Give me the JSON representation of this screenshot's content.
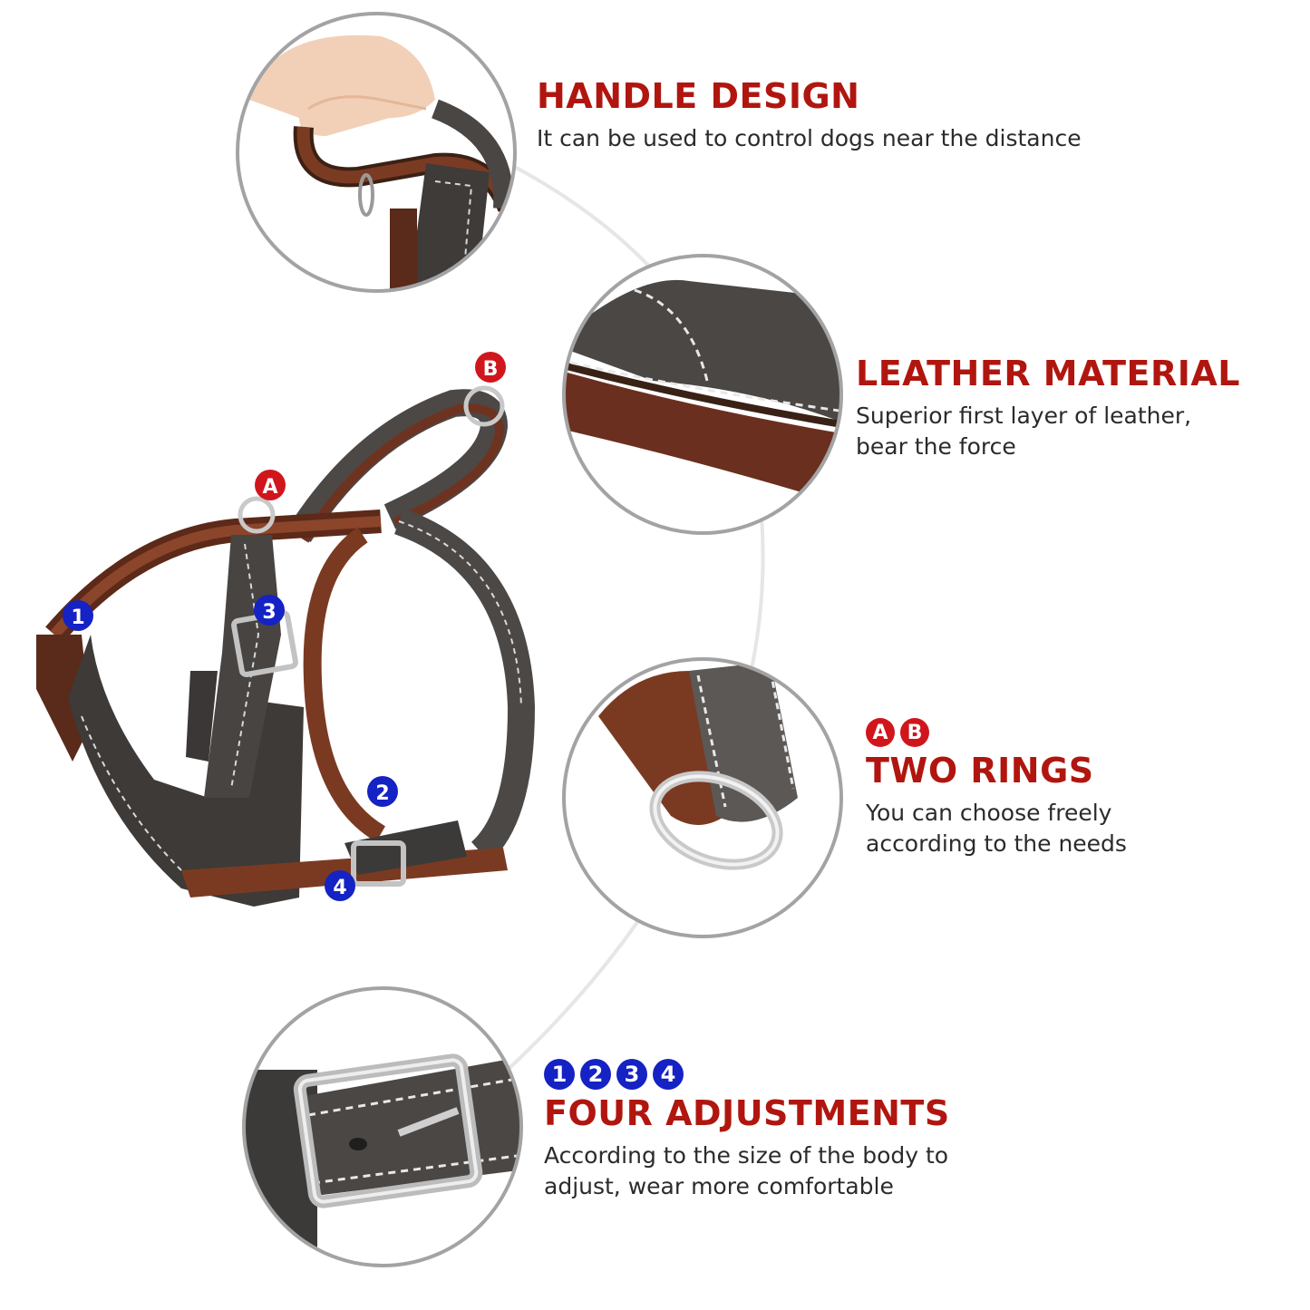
{
  "colors": {
    "title_red": "#b0160f",
    "badge_red": "#d0161c",
    "badge_blue": "#1522c4",
    "leather_dark": "#3a3836",
    "leather_brown": "#7a3a22",
    "circle_border": "#a3a3a3"
  },
  "features": [
    {
      "title": "HANDLE DESIGN",
      "desc_lines": [
        "It can be used to control dogs near the distance"
      ]
    },
    {
      "title": "LEATHER MATERIAL",
      "desc_lines": [
        "Superior first layer of leather,",
        "bear the force"
      ]
    },
    {
      "badges": [
        "A",
        "B"
      ],
      "title": "TWO RINGS",
      "desc_lines": [
        "You can choose freely",
        "according to the needs"
      ]
    },
    {
      "badges": [
        "1",
        "2",
        "3",
        "4"
      ],
      "title": "FOUR ADJUSTMENTS",
      "desc_lines": [
        "According to the size of the body to",
        "adjust, wear more comfortable"
      ]
    }
  ],
  "product_markers": {
    "rings": [
      "A",
      "B"
    ],
    "adjusters": [
      "1",
      "2",
      "3",
      "4"
    ]
  }
}
